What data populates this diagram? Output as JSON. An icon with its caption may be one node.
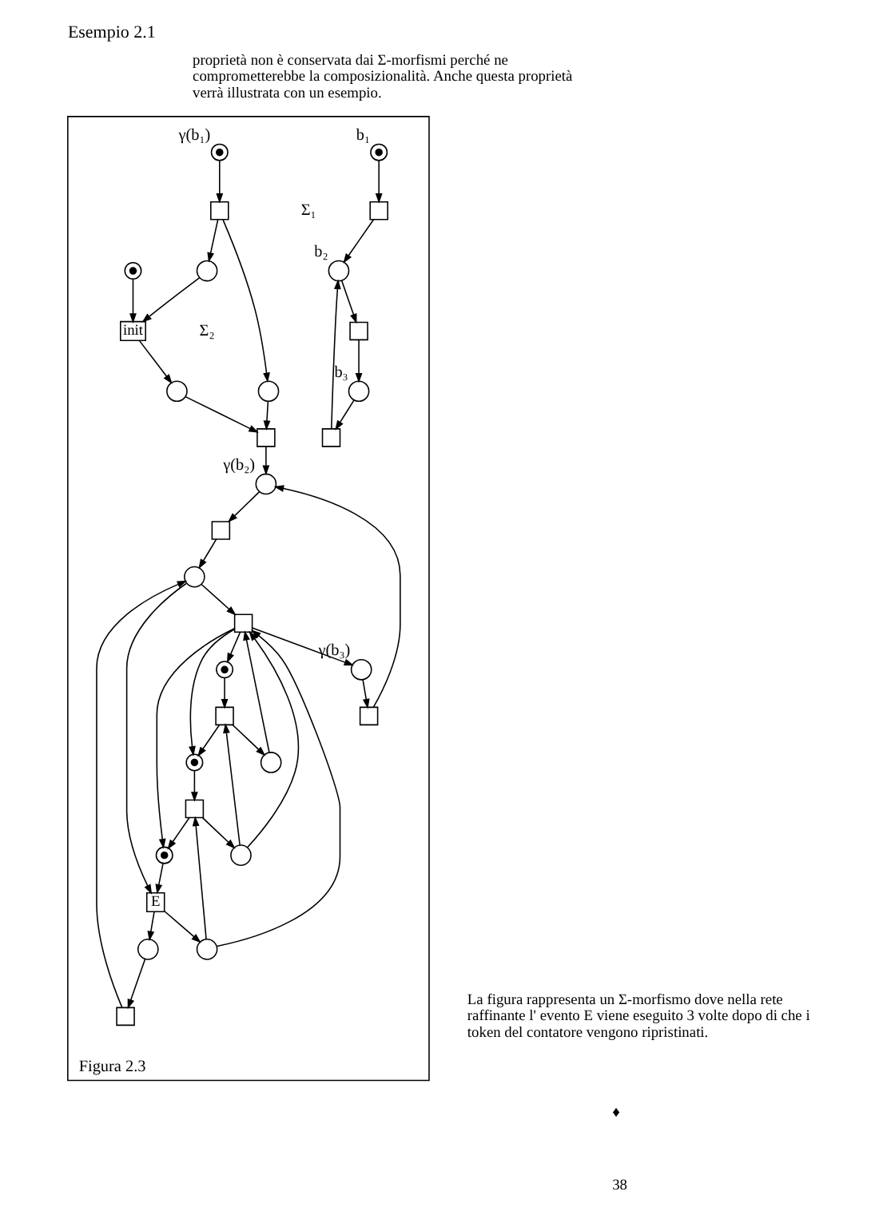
{
  "diagram": {
    "title": "Esempio 2.1",
    "nodes": [
      {
        "text": [
          "Figura 2.3"
        ]
      },
      {
        "text": [],
        "shape": "token",
        "beside": [
          "b₁"
        ],
        "in": 0
      },
      {
        "text": [],
        "shape": "box",
        "in": 0
      },
      {
        "text": [],
        "shape": "circle",
        "beside": [
          "b₂"
        ],
        "in": 0
      },
      {
        "text": [],
        "shape": "box",
        "in": 0
      },
      {
        "text": [],
        "shape": "circle",
        "beside": [
          "b₃"
        ],
        "in": 0
      },
      {
        "text": [],
        "shape": "box",
        "in": 0
      },
      {
        "text": [],
        "shape": "token",
        "beside": [
          "γ(b₁)"
        ],
        "in": 0
      },
      {
        "text": [],
        "shape": "box",
        "in": 0
      },
      {
        "text": [],
        "shape": "circle",
        "in": 0
      },
      {
        "text": [],
        "shape": "circle",
        "in": 0
      },
      {
        "text": [],
        "shape": "box",
        "in": 0
      },
      {
        "text": [],
        "shape": "circle",
        "in": 0
      },
      {
        "text": [
          "init"
        ],
        "in": 0
      },
      {
        "text": [],
        "shape": "token",
        "in": 0
      },
      {
        "text": [],
        "shape": "circle",
        "beside": [
          "γ(b₂)"
        ],
        "in": 0
      },
      {
        "text": [],
        "shape": "box",
        "in": 0
      },
      {
        "text": [],
        "shape": "box",
        "in": 0
      },
      {
        "text": [],
        "shape": "token",
        "in": 0
      },
      {
        "text": [],
        "shape": "box",
        "in": 0
      },
      {
        "text": [],
        "shape": "token",
        "in": 0
      },
      {
        "text": [],
        "shape": "box",
        "in": 0
      },
      {
        "text": [],
        "shape": "token",
        "in": 0
      },
      {
        "text": [
          "E"
        ],
        "in": 0
      },
      {
        "text": [],
        "shape": "circle",
        "in": 0
      },
      {
        "text": [],
        "shape": "circle",
        "in": 0
      },
      {
        "text": [],
        "shape": "box",
        "in": 0
      },
      {
        "text": [],
        "shape": "box",
        "in": 0
      },
      {
        "text": [],
        "shape": "circle",
        "beside": [
          "γ(b₃)"
        ],
        "in": 0
      },
      {
        "text": [],
        "shape": "circle",
        "in": 0
      },
      {
        "text": [],
        "shape": "circle",
        "in": 0
      },
      {
        "text": [],
        "shape": "circle",
        "in": 0
      }
    ],
    "edges": [
      {
        "from": 1,
        "to": 2,
        "arrow": "to"
      },
      {
        "from": 2,
        "to": 3,
        "arrow": "to"
      },
      {
        "from": 3,
        "to": 4,
        "arrow": "to"
      },
      {
        "from": 4,
        "to": 5,
        "arrow": "to"
      },
      {
        "from": 5,
        "to": 6,
        "arrow": "to"
      },
      {
        "from": 6,
        "to": 3,
        "arrow": "to"
      },
      {
        "from": 7,
        "to": 8,
        "arrow": "to"
      },
      {
        "from": 8,
        "to": 9,
        "arrow": "to"
      },
      {
        "from": 8,
        "to": 10,
        "arrow": "to"
      },
      {
        "from": 9,
        "to": 13,
        "arrow": "to"
      },
      {
        "from": 10,
        "to": 11,
        "arrow": "to"
      },
      {
        "from": 14,
        "to": 13,
        "arrow": "to"
      },
      {
        "from": 13,
        "to": 12,
        "arrow": "to"
      },
      {
        "from": 12,
        "to": 11,
        "arrow": "to"
      },
      {
        "from": 11,
        "to": 15,
        "arrow": "to"
      },
      {
        "from": 15,
        "to": 16,
        "arrow": "to"
      },
      {
        "from": 16,
        "to": 24,
        "arrow": "to"
      },
      {
        "from": 17,
        "to": 18,
        "arrow": "to"
      },
      {
        "from": 18,
        "to": 19,
        "arrow": "to"
      },
      {
        "from": 19,
        "to": 20,
        "arrow": "to"
      },
      {
        "from": 20,
        "to": 21,
        "arrow": "to"
      },
      {
        "from": 21,
        "to": 22,
        "arrow": "to"
      },
      {
        "from": 22,
        "to": 23,
        "arrow": "to"
      },
      {
        "from": 24,
        "to": 23,
        "arrow": "to"
      },
      {
        "from": 24,
        "to": 17,
        "arrow": "to"
      },
      {
        "from": 23,
        "to": 25,
        "arrow": "to"
      },
      {
        "from": 25,
        "to": 26,
        "arrow": "to"
      },
      {
        "from": 26,
        "to": 24,
        "arrow": "to"
      },
      {
        "from": 17,
        "to": 20,
        "arrow": "to"
      },
      {
        "from": 17,
        "to": 22,
        "arrow": "to"
      },
      {
        "from": 19,
        "to": 29,
        "arrow": "to"
      },
      {
        "from": 29,
        "to": 17,
        "arrow": "to"
      },
      {
        "from": 21,
        "to": 30,
        "arrow": "to"
      },
      {
        "from": 30,
        "to": 19,
        "arrow": "to"
      },
      {
        "from": 30,
        "to": 17,
        "arrow": "to"
      },
      {
        "from": 23,
        "to": 31,
        "arrow": "to"
      },
      {
        "from": 31,
        "to": 21,
        "arrow": "to"
      },
      {
        "from": 31,
        "to": 17,
        "arrow": "to"
      },
      {
        "from": 17,
        "to": 28,
        "arrow": "to"
      },
      {
        "from": 28,
        "to": 27,
        "arrow": "to"
      },
      {
        "from": 27,
        "to": 15,
        "arrow": "to"
      }
    ],
    "labels": [
      "proprietà non è conservata dai Σ-morfismi perché ne comprometterebbe la composizionalità. Anche questa proprietà verrà illustrata con un esempio.",
      "Σ₁",
      "Σ₂",
      "La figura rappresenta un Σ-morfismo dove nella rete raffinante l' evento E viene eseguito 3 volte dopo di che i token del contatore vengono ripristinati.",
      "♦",
      "38"
    ]
  }
}
